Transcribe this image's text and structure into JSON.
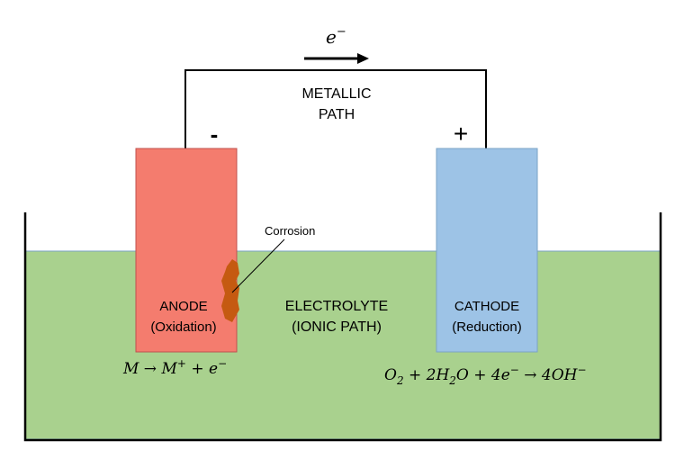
{
  "electron_flow": {
    "symbol": "e",
    "superscript": "−"
  },
  "metallic_path": {
    "line1": "METALLIC",
    "line2": "PATH"
  },
  "anode": {
    "sign": "-",
    "label": "ANODE",
    "sublabel": "(Oxidation)",
    "color": "#f47c6e",
    "reaction": {
      "p1": "M → M",
      "sup1": "+",
      "p2": " + e",
      "sup2": "−"
    }
  },
  "cathode": {
    "sign": "+",
    "label": "CATHODE",
    "sublabel": "(Reduction)",
    "color": "#9dc3e6",
    "reaction": {
      "p1": "O",
      "sub1": "2",
      "p2": " + 2H",
      "sub2": "2",
      "p3": "O + 4e",
      "sup3": "−",
      "p4": " → 4OH",
      "sup4": "−"
    }
  },
  "electrolyte": {
    "line1": "ELECTROLYTE",
    "line2": "(IONIC PATH)",
    "color": "#a9d18e"
  },
  "corrosion": {
    "label": "Corrosion",
    "color": "#c55a11"
  }
}
